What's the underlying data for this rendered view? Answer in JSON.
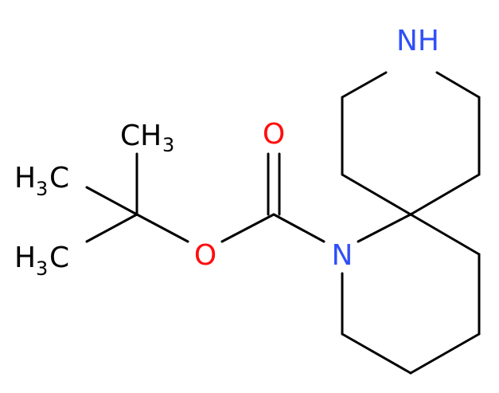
{
  "molecule": {
    "atoms": {
      "nitrogen_amine": {
        "text": "NH",
        "color": "#3050F8"
      },
      "nitrogen_carbamate": {
        "text": "N",
        "color": "#3050F8"
      },
      "oxygen_carbonyl": {
        "text": "O",
        "color": "#FF0D0D"
      },
      "oxygen_ester": {
        "text": "O",
        "color": "#FF0D0D"
      },
      "methyl_top": {
        "main": "CH",
        "sub": "3",
        "color": "#000000"
      },
      "methyl_left_upper": {
        "main": "H",
        "sub": "3",
        "tail": "C",
        "color": "#000000"
      },
      "methyl_left_lower": {
        "main": "H",
        "sub": "3",
        "tail": "C",
        "color": "#000000"
      }
    },
    "bond_color": "#000000"
  }
}
